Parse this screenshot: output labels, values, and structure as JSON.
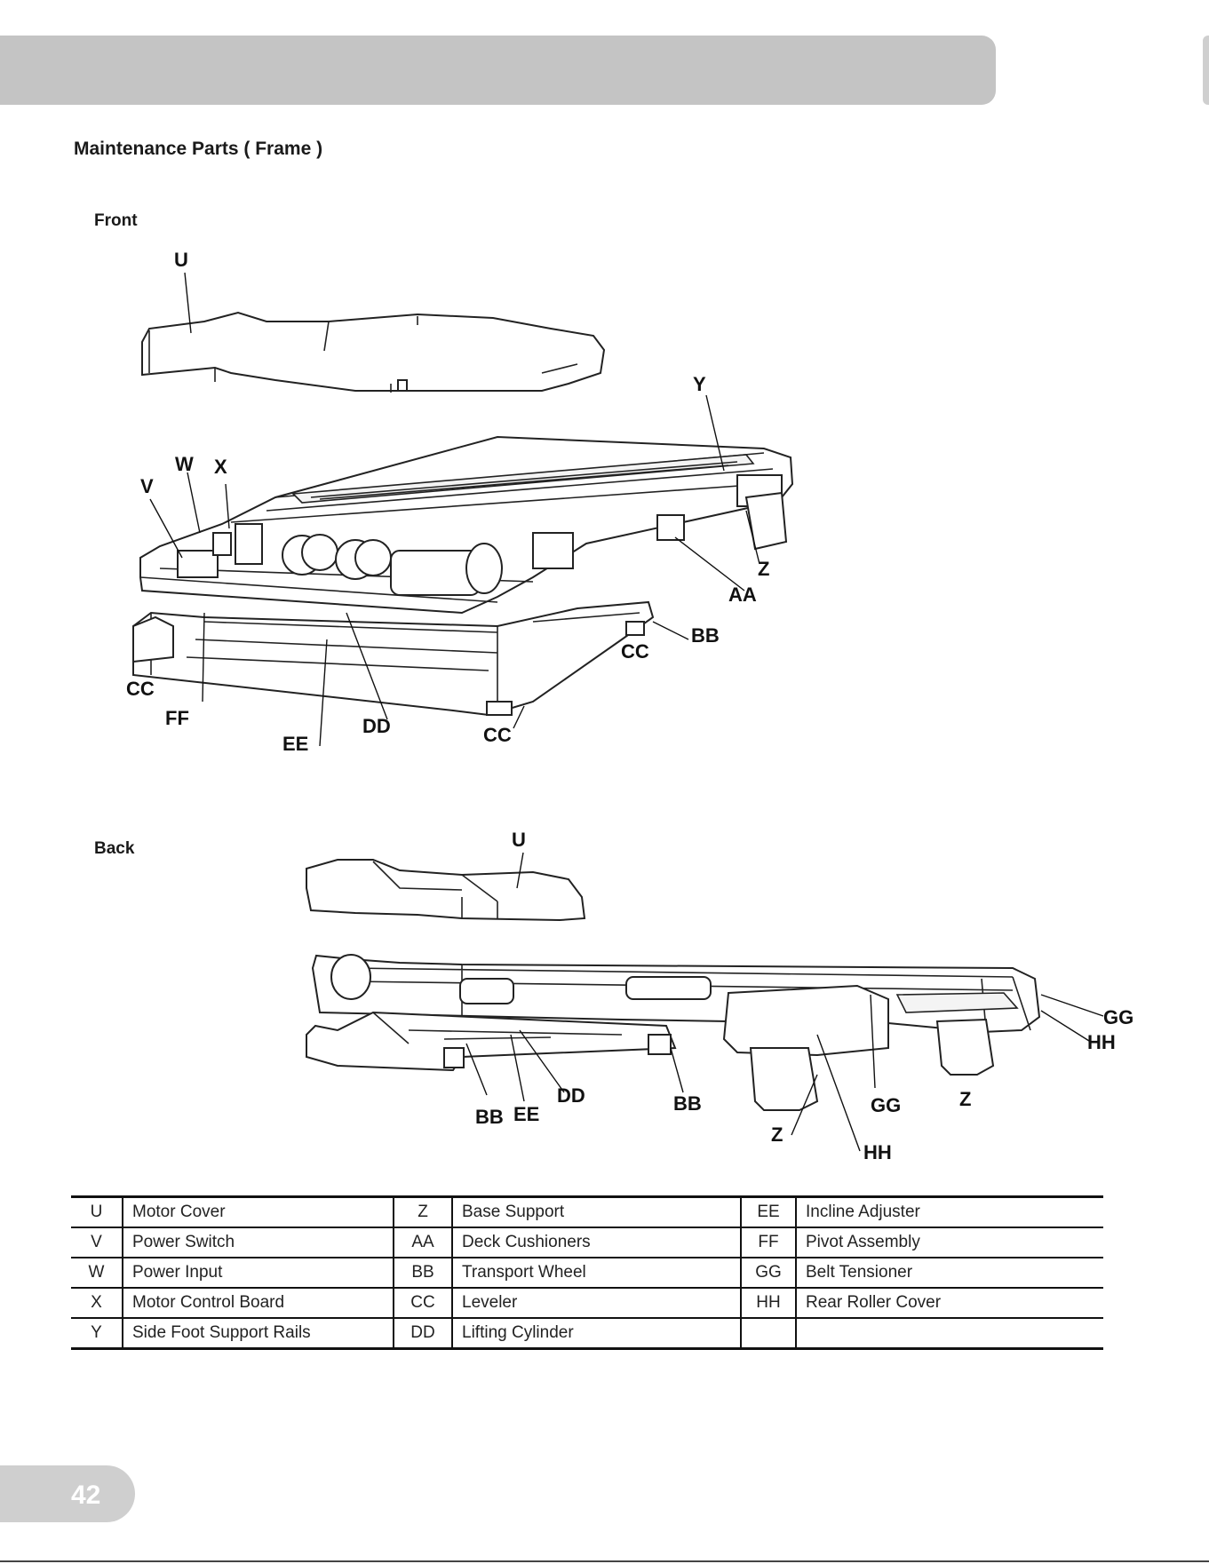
{
  "page": {
    "section_title": "Maintenance Parts ( Frame )",
    "page_number": "42"
  },
  "views": {
    "front": {
      "label": "Front",
      "callouts": [
        "U",
        "Y",
        "W",
        "X",
        "V",
        "Z",
        "AA",
        "CC",
        "BB",
        "CC",
        "FF",
        "EE",
        "DD",
        "CC"
      ]
    },
    "back": {
      "label": "Back",
      "callouts": [
        "U",
        "GG",
        "HH",
        "DD",
        "BB",
        "EE",
        "BB",
        "GG",
        "Z",
        "Z",
        "HH"
      ]
    }
  },
  "parts_table": {
    "rows": [
      [
        {
          "code": "U",
          "name": "Motor Cover"
        },
        {
          "code": "Z",
          "name": "Base Support"
        },
        {
          "code": "EE",
          "name": "Incline Adjuster"
        }
      ],
      [
        {
          "code": "V",
          "name": "Power Switch"
        },
        {
          "code": "AA",
          "name": "Deck Cushioners"
        },
        {
          "code": "FF",
          "name": "Pivot Assembly"
        }
      ],
      [
        {
          "code": "W",
          "name": "Power Input"
        },
        {
          "code": "BB",
          "name": "Transport Wheel"
        },
        {
          "code": "GG",
          "name": "Belt Tensioner"
        }
      ],
      [
        {
          "code": "X",
          "name": "Motor Control Board"
        },
        {
          "code": "CC",
          "name": "Leveler"
        },
        {
          "code": "HH",
          "name": "Rear Roller Cover"
        }
      ],
      [
        {
          "code": "Y",
          "name": "Side Foot Support Rails"
        },
        {
          "code": "DD",
          "name": "Lifting Cylinder"
        },
        {
          "code": "",
          "name": ""
        }
      ]
    ]
  }
}
